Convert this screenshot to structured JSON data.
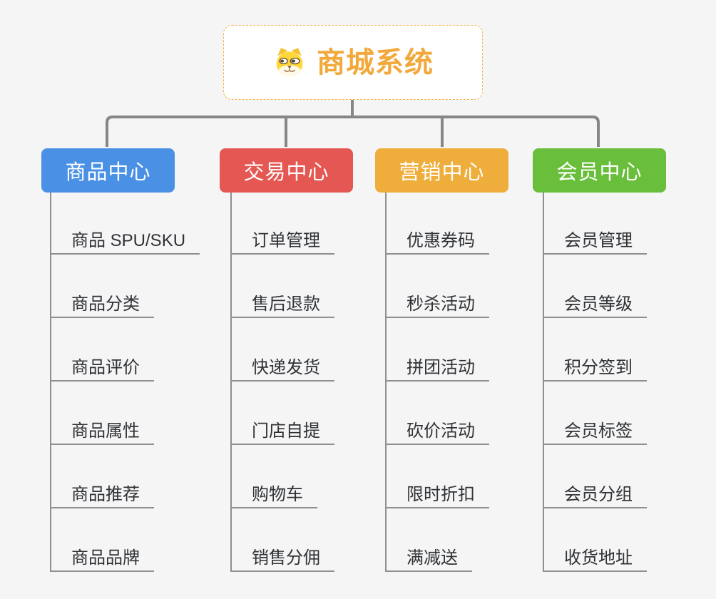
{
  "page": {
    "background": "#F5F5F6"
  },
  "connectors": {
    "main_color": "#868686",
    "sub_color": "#8F8F8F"
  },
  "root": {
    "icon": "dog-face-icon",
    "title": "商城系统",
    "text_color": "#F2A93C",
    "border_color": "#F6B14A",
    "background": "#FFFFFF"
  },
  "branches": [
    {
      "label": "商品中心",
      "color": "#4A90E5",
      "items": [
        "商品 SPU/SKU",
        "商品分类",
        "商品评价",
        "商品属性",
        "商品推荐",
        "商品品牌"
      ]
    },
    {
      "label": "交易中心",
      "color": "#E45752",
      "items": [
        "订单管理",
        "售后退款",
        "快递发货",
        "门店自提",
        "购物车",
        "销售分佣"
      ]
    },
    {
      "label": "营销中心",
      "color": "#EFAD3B",
      "items": [
        "优惠券码",
        "秒杀活动",
        "拼团活动",
        "砍价活动",
        "限时折扣",
        "满减送"
      ]
    },
    {
      "label": "会员中心",
      "color": "#69BF3B",
      "items": [
        "会员管理",
        "会员等级",
        "积分签到",
        "会员标签",
        "会员分组",
        "收货地址"
      ]
    }
  ]
}
